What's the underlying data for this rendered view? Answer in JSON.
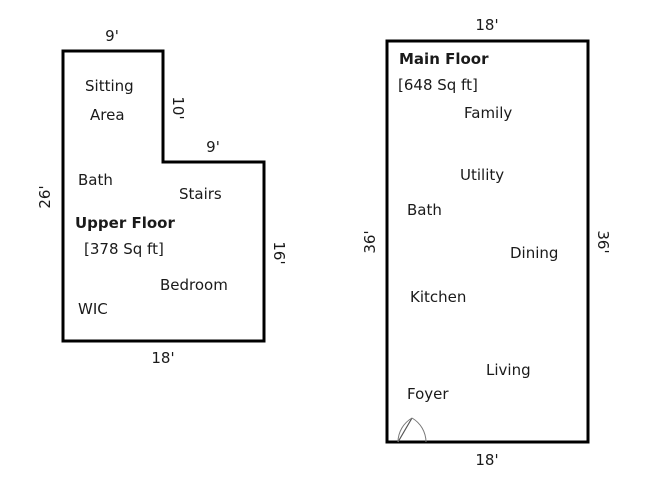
{
  "upper_floor": {
    "title": "Upper Floor",
    "area": "[378 Sq ft]",
    "rooms": {
      "sitting": "Sitting",
      "area_word": "Area",
      "bath": "Bath",
      "stairs": "Stairs",
      "bedroom": "Bedroom",
      "wic": "WIC"
    },
    "dims": {
      "top": "9'",
      "notch_side": "10'",
      "notch_top": "9'",
      "right": "16'",
      "left": "26'",
      "bottom": "18'"
    }
  },
  "main_floor": {
    "title": "Main Floor",
    "area": "[648 Sq ft]",
    "rooms": {
      "family": "Family",
      "utility": "Utility",
      "bath": "Bath",
      "dining": "Dining",
      "kitchen": "Kitchen",
      "living": "Living",
      "foyer": "Foyer"
    },
    "dims": {
      "top": "18'",
      "left": "36'",
      "right": "36'",
      "bottom": "18'"
    }
  }
}
